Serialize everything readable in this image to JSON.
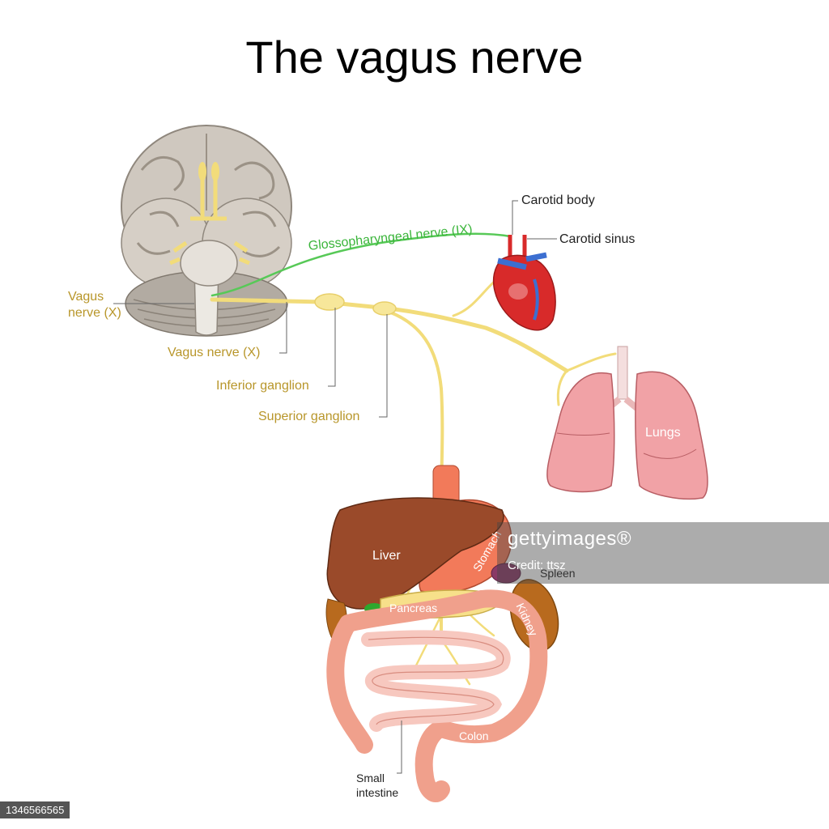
{
  "title": "The vagus nerve",
  "labels": {
    "vagus_nerve_left_line1": "Vagus",
    "vagus_nerve_left_line2": "nerve (X)",
    "vagus_nerve_center": "Vagus nerve (X)",
    "inferior_ganglion": "Inferior ganglion",
    "superior_ganglion": "Superior ganglion",
    "glossopharyngeal": "Glossopharyngeal nerve (IX)",
    "carotid_body": "Carotid body",
    "carotid_sinus": "Carotid sinus",
    "lungs": "Lungs",
    "liver": "Liver",
    "stomach": "Stomach",
    "spleen": "Spleen",
    "pancreas": "Pancreas",
    "kidney": "Kidney",
    "colon": "Colon",
    "small_intestine_line1": "Small",
    "small_intestine_line2": "intestine"
  },
  "watermark": {
    "logo": "gettyimages®",
    "credit": "Credit: ttsz"
  },
  "image_id": "1346566565",
  "colors": {
    "nerve": "#f2dc7a",
    "glossopharyngeal": "#57c957",
    "label_gold": "#b8962a",
    "heart": "#d82a2a",
    "lungs": "#f1a2a6",
    "liver": "#9a4a2a",
    "intestine": "#f0a08c"
  }
}
